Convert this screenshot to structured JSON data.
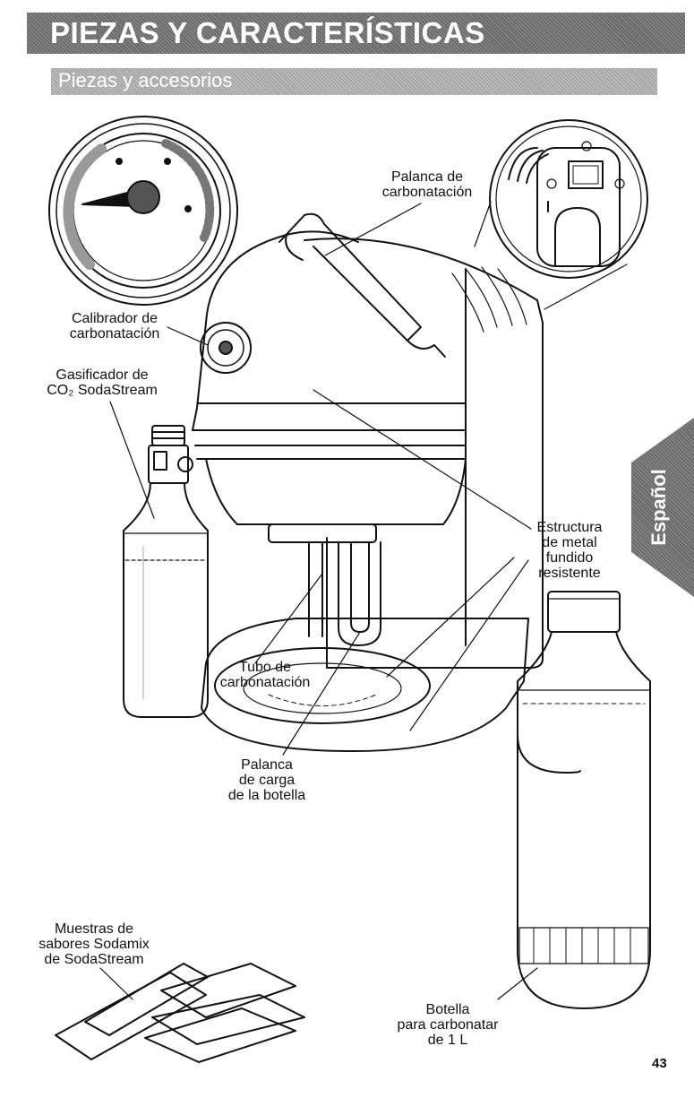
{
  "header": {
    "title": "PIEZAS Y CARACTERÍSTICAS"
  },
  "subheader": {
    "title": "Piezas y accesorios"
  },
  "side_tab": {
    "label": "Español"
  },
  "callouts": {
    "carbonation_lever": [
      "Palanca de",
      "carbonatación"
    ],
    "carbonation_gauge": [
      "Calibrador de",
      "carbonatación"
    ],
    "co2_cylinder": [
      "Gasificador de",
      "CO₂ SodaStream"
    ],
    "metal_frame": [
      "Estructura",
      "de metal",
      "fundido",
      "resistente"
    ],
    "carbonation_tube": [
      "Tubo de",
      "carbonatación"
    ],
    "bottle_loading_lever": [
      "Palanca",
      "de carga",
      "de la botella"
    ],
    "flavor_samples": [
      "Muestras de",
      "sabores Sodamix",
      "de SodaStream"
    ],
    "carbonating_bottle": [
      "Botella",
      "para carbonatar",
      "de 1 L"
    ]
  },
  "page_number": "43"
}
